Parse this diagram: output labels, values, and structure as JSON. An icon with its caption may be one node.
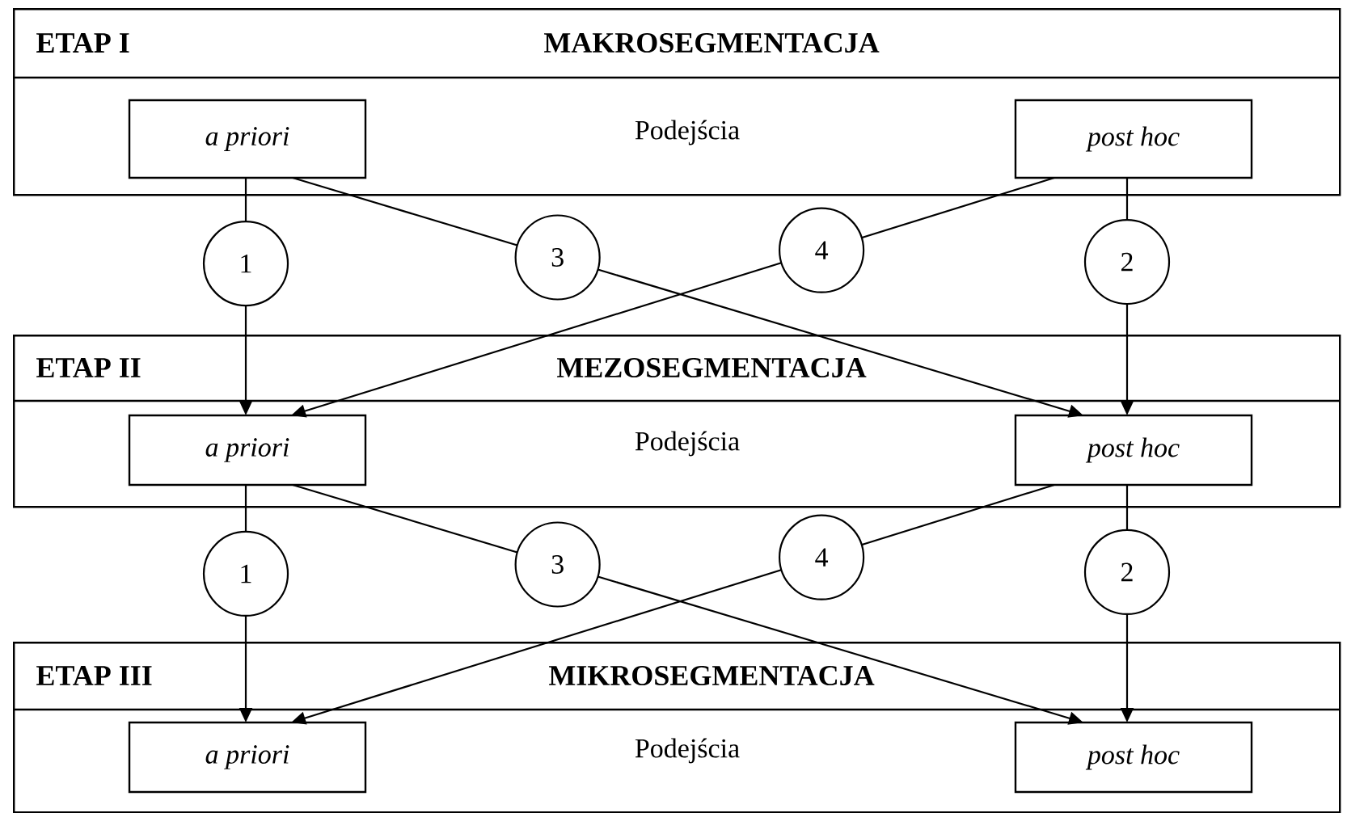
{
  "diagram": {
    "nodes": [
      {
        "text": [
          "ETAP I",
          "MAKROSEGMENTACJA",
          "Podejścia"
        ]
      },
      {
        "text": [
          "a priori"
        ],
        "in": 0
      },
      {
        "text": [
          "post hoc"
        ],
        "in": 0
      },
      {
        "text": [
          "ETAP II",
          "MEZOSEGMENTACJA",
          "Podejścia"
        ]
      },
      {
        "text": [
          "a priori"
        ],
        "in": 3
      },
      {
        "text": [
          "post hoc"
        ],
        "in": 3
      },
      {
        "text": [
          "ETAP III",
          "MIKROSEGMENTACJA",
          "Podejścia"
        ]
      },
      {
        "text": [
          "a priori"
        ],
        "in": 6
      },
      {
        "text": [
          "post hoc"
        ],
        "in": 6
      }
    ],
    "edges": [
      {
        "from": 1,
        "to": 4,
        "arrow": "to",
        "label": "1"
      },
      {
        "from": 1,
        "to": 5,
        "arrow": "to",
        "label": "3"
      },
      {
        "from": 2,
        "to": 4,
        "arrow": "to",
        "label": "4"
      },
      {
        "from": 2,
        "to": 5,
        "arrow": "to",
        "label": "2"
      },
      {
        "from": 4,
        "to": 7,
        "arrow": "to",
        "label": "1"
      },
      {
        "from": 4,
        "to": 8,
        "arrow": "to",
        "label": "3"
      },
      {
        "from": 5,
        "to": 7,
        "arrow": "to",
        "label": "4"
      },
      {
        "from": 5,
        "to": 8,
        "arrow": "to",
        "label": "2"
      }
    ]
  }
}
